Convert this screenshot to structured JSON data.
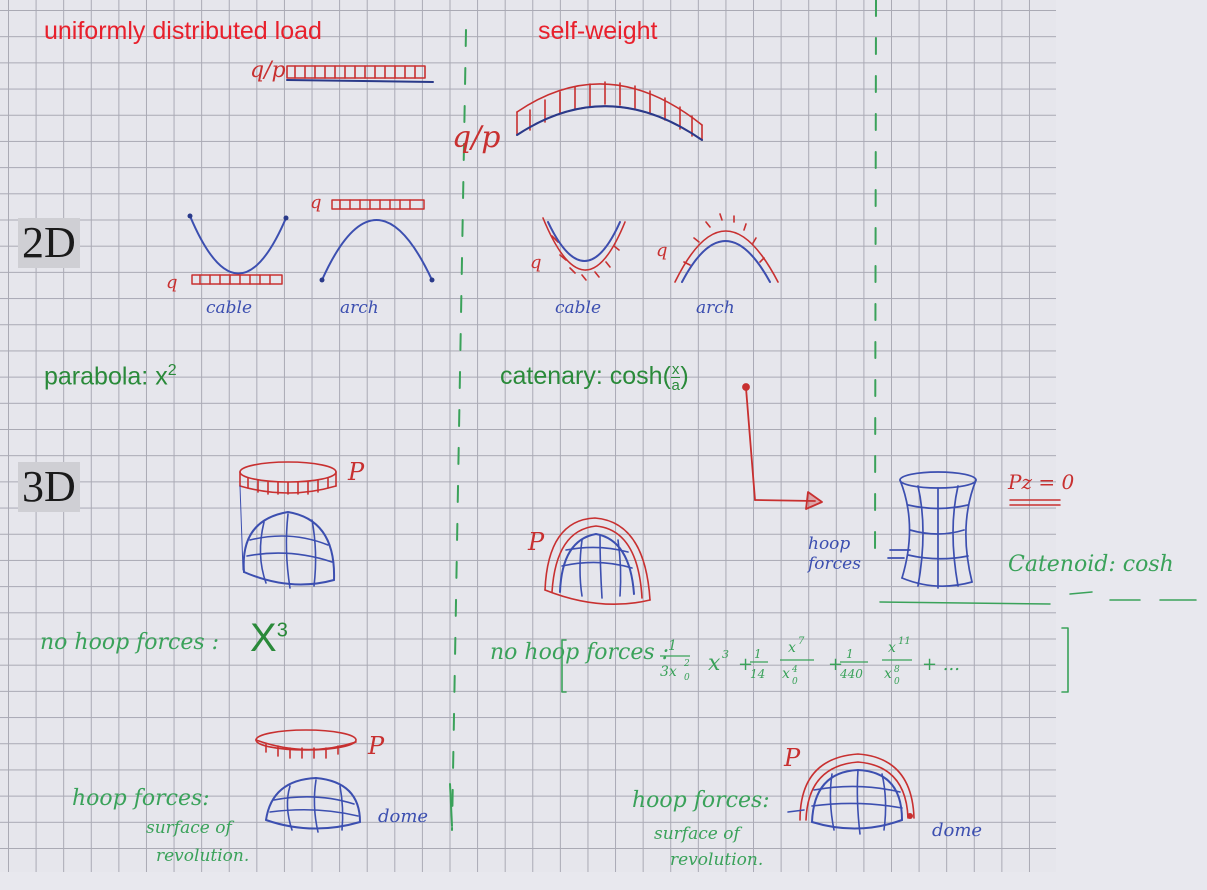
{
  "headings": {
    "left": "uniformly distributed load",
    "right": "self-weight"
  },
  "dimensions": {
    "two_d": "2D",
    "three_d": "3D"
  },
  "curves": {
    "parabola_prefix": "parabola: x",
    "parabola_exponent": "2",
    "catenary_prefix": "catenary: cosh(",
    "catenary_num": "x",
    "catenary_den": "a",
    "catenary_suffix": ")"
  },
  "sketch_labels": {
    "load_q_over_p_left": "q/p",
    "load_q_over_p_right": "q/p",
    "q": "q",
    "p": "P",
    "cable": "cable",
    "arch": "arch",
    "hoop_forces_short": "hoop forces",
    "catenoid": "Catenoid: cosh",
    "pz_zero": "Pz = 0",
    "dome": "dome"
  },
  "notes": {
    "no_hoop_left": "no hoop forces :",
    "no_hoop_left_formula": "X",
    "no_hoop_left_exp": "3",
    "no_hoop_right": "no hoop forces :",
    "hoop_forces": "hoop forces:",
    "surface_of": "surface of",
    "revolution": "revolution."
  },
  "colors": {
    "red_ink": "#e8202c",
    "green_ink": "#2a8a3a",
    "blue_ink": "#3c4fb0",
    "grid": "#a9a9b4"
  }
}
